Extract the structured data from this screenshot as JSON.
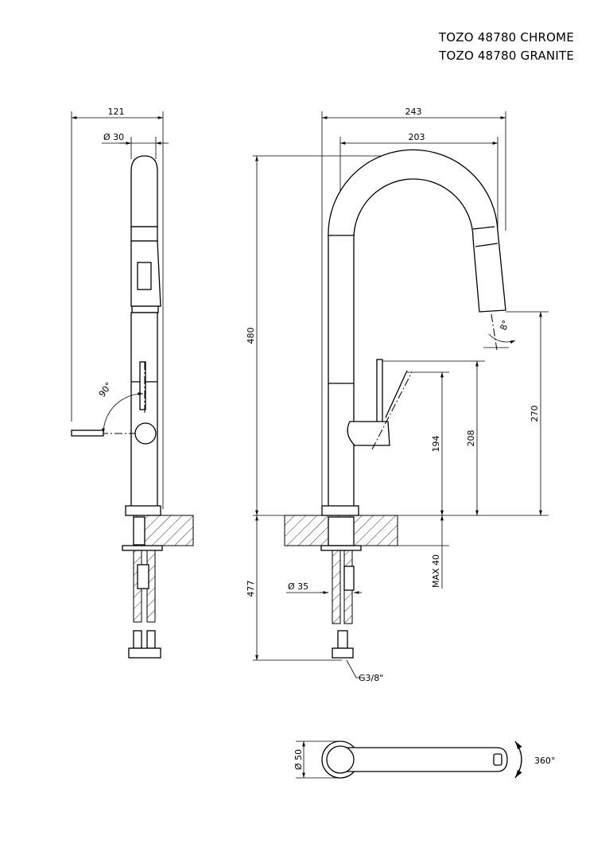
{
  "titles": [
    "TOZO 48780 CHROME",
    "TOZO 48780 GRANITE"
  ],
  "dimensions": {
    "side_width": "121",
    "side_diameter": "Ø 30",
    "lever_angle": "90°",
    "front_width": "243",
    "spout_reach": "203",
    "total_height": "480",
    "spray_angle": "8°",
    "spout_height": "270",
    "lever_height": "208",
    "body_height": "194",
    "max_deck": "MAX 40",
    "below_deck": "477",
    "shank_diameter": "Ø 35",
    "thread": "G3/8\"",
    "base_diameter": "Ø 50",
    "rotation": "360°"
  }
}
